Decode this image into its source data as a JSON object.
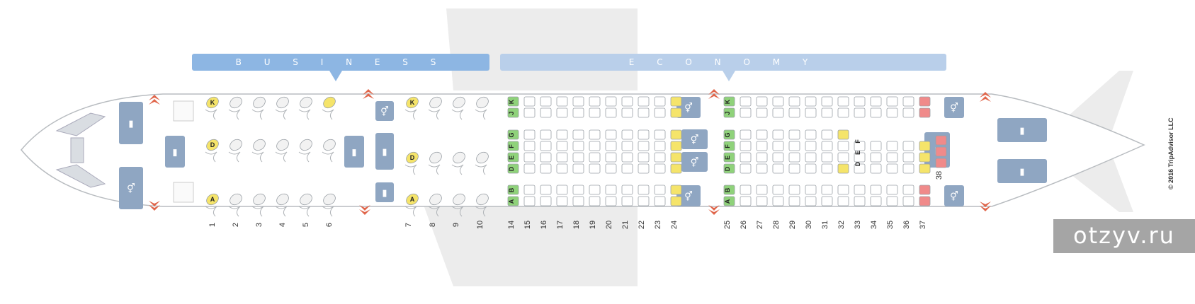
{
  "cabins": {
    "business_label": "B U S I N E S S",
    "economy_label": "E C O N O M Y"
  },
  "copyright": "© 2016 TripAdvisor LLC",
  "watermark": "otzyv.ru",
  "rows": {
    "business": [
      "1",
      "2",
      "3",
      "4",
      "5",
      "6",
      "7",
      "8",
      "9",
      "10"
    ],
    "economy_front": [
      "14",
      "15",
      "16",
      "17",
      "18",
      "19",
      "20",
      "21",
      "22",
      "23",
      "24"
    ],
    "economy_rear": [
      "25",
      "26",
      "27",
      "28",
      "29",
      "30",
      "31",
      "32",
      "33",
      "34",
      "35",
      "36",
      "37"
    ],
    "extra_row": "38"
  },
  "seat_letters": {
    "window_top": [
      "J",
      "K"
    ],
    "center": [
      "D",
      "E",
      "F",
      "G"
    ],
    "window_bottom": [
      "A",
      "B"
    ],
    "business_top": "K",
    "business_center": "D",
    "business_bottom": "A",
    "rear_center": [
      "D",
      "E",
      "F"
    ]
  },
  "colors": {
    "fuselage_stroke": "#b8bcc0",
    "facility": "#8fa6c2",
    "seat_standard": "#ffffff",
    "seat_good": "#8fd27a",
    "seat_caution": "#f5e46a",
    "seat_bad": "#f08a8a",
    "exit_arrow": "#e0654a"
  },
  "icons": [
    "lavatory-icon",
    "galley-icon",
    "wheelchair-icon",
    "exit-arrow-icon",
    "closet-icon"
  ]
}
